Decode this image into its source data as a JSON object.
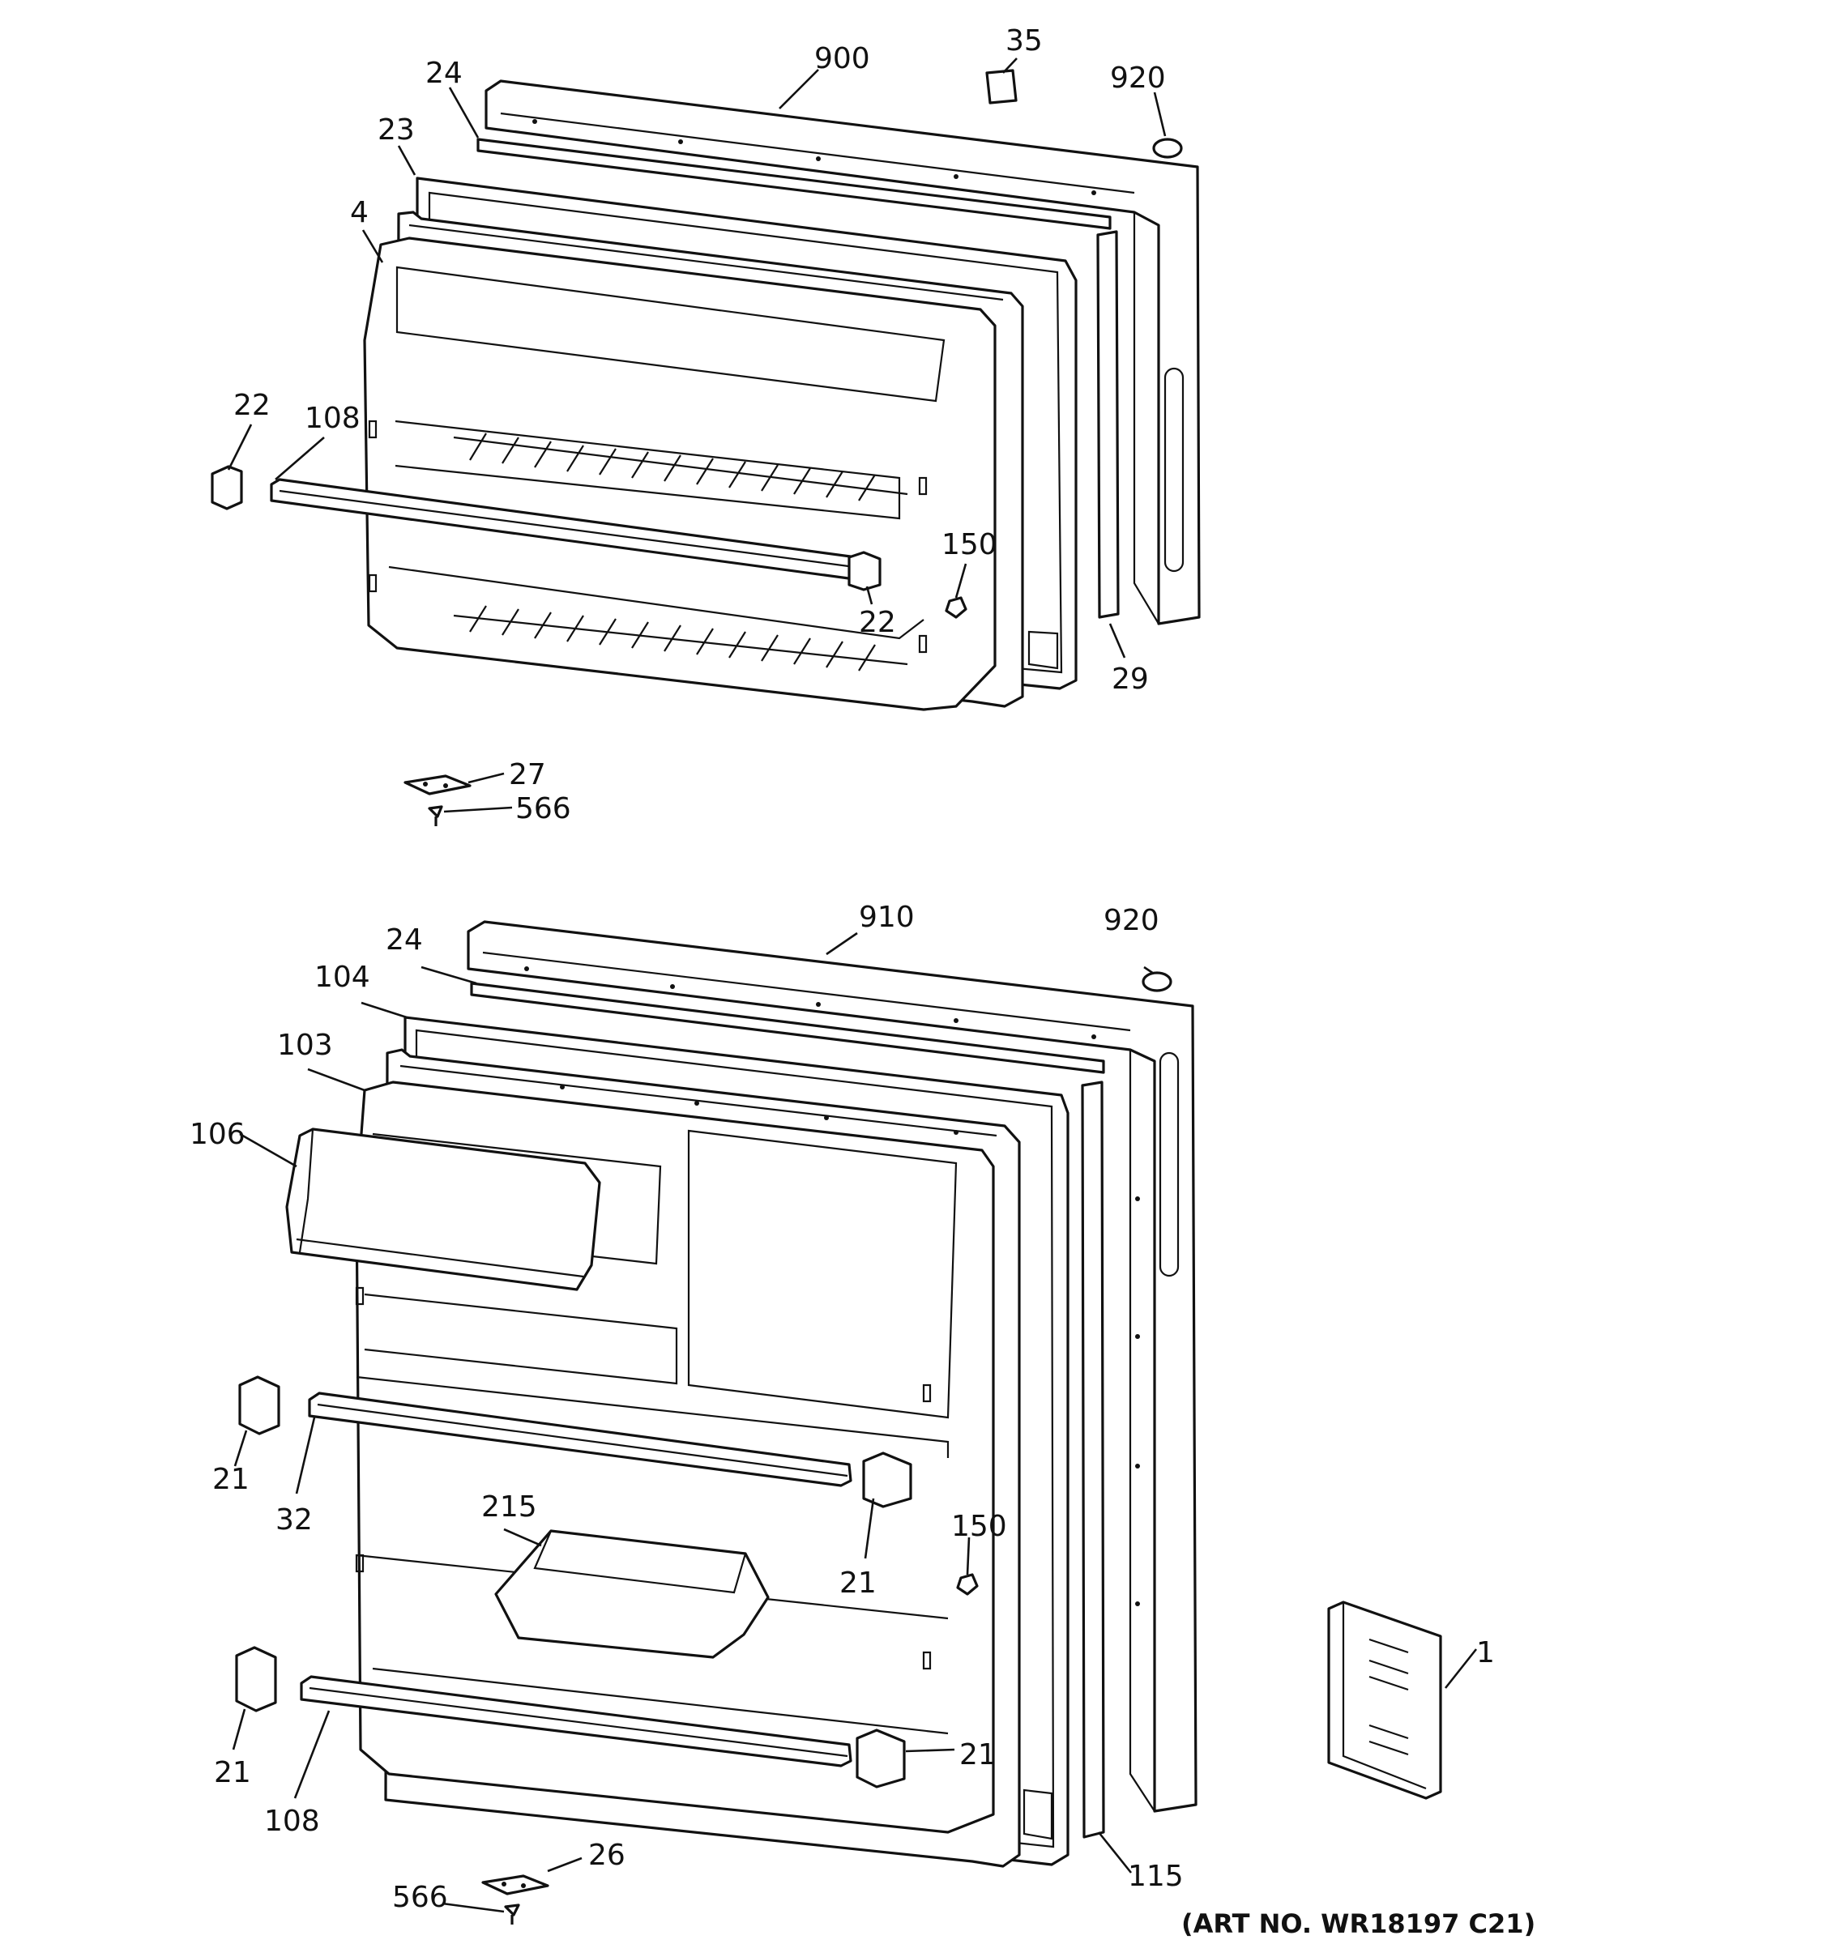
{
  "callouts": {
    "top": {
      "c900": "900",
      "c35": "35",
      "c920": "920",
      "c24": "24",
      "c23": "23",
      "c4": "4",
      "c22a": "22",
      "c108": "108",
      "c150": "150",
      "c22b": "22",
      "c29": "29",
      "c27": "27",
      "c566": "566"
    },
    "bottom": {
      "c910": "910",
      "c920": "920",
      "c24": "24",
      "c104": "104",
      "c103": "103",
      "c106": "106",
      "c21a": "21",
      "c32": "32",
      "c215": "215",
      "c150": "150",
      "c21b": "21",
      "c1": "1",
      "c21c": "21",
      "c108": "108",
      "c21d": "21",
      "c115": "115",
      "c26": "26",
      "c566": "566"
    }
  },
  "art_number": "(ART NO. WR18197 C21)"
}
